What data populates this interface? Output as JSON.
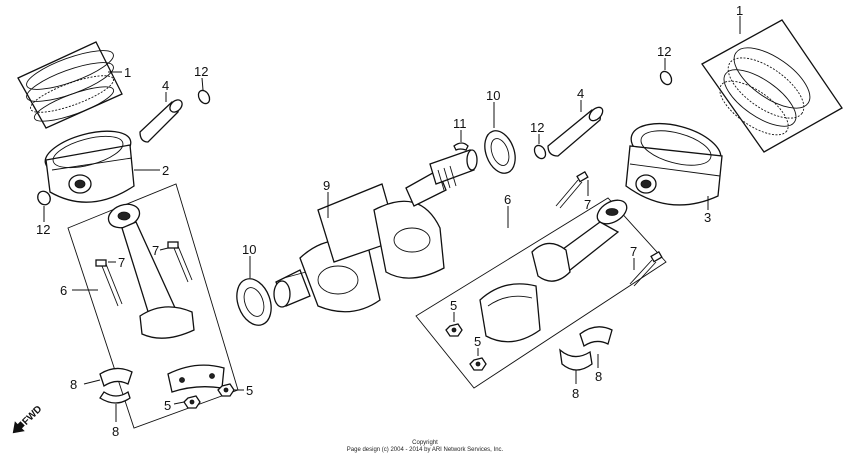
{
  "labels": {
    "1": "1",
    "2": "2",
    "3": "3",
    "4": "4",
    "5": "5",
    "6": "6",
    "7": "7",
    "8": "8",
    "9": "9",
    "10": "10",
    "11": "11",
    "12": "12"
  },
  "fwd": "FWD",
  "copyright": {
    "line1": "Copyright",
    "line2": "Page design (c) 2004 - 2014 by ARI Network Services, Inc."
  }
}
